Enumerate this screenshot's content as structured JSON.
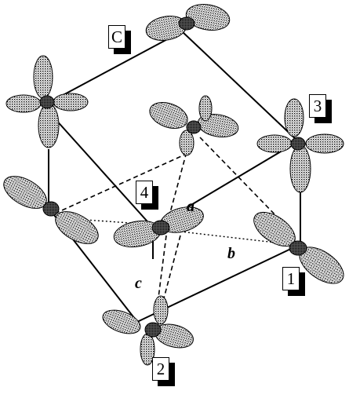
{
  "labels": {
    "corner_c": "C",
    "site_1": "1",
    "site_2": "2",
    "site_3": "3",
    "site_4": "4"
  },
  "axes": {
    "a": "a",
    "b": "b",
    "c": "c"
  }
}
